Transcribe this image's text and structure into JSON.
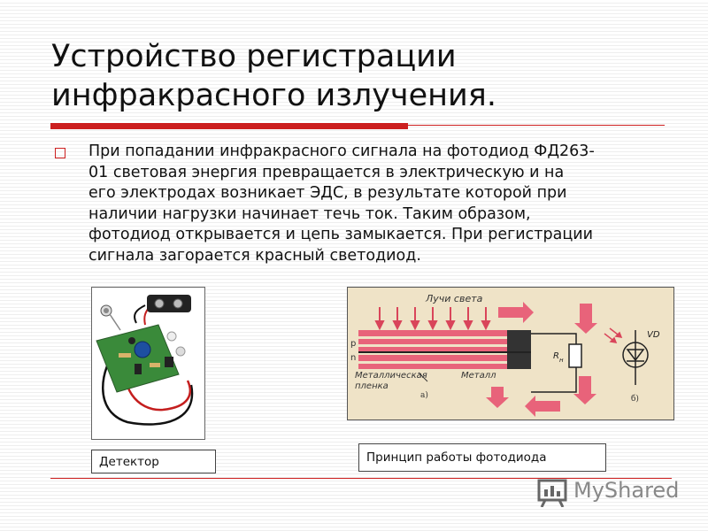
{
  "slide": {
    "title_lines": [
      "Устройство регистрации",
      "инфракрасного излучения."
    ],
    "paragraph_lines": [
      "При попадании инфракрасного сигнала на фотодиод ФД263-",
      "01 световая энергия превращается в электрическую и на",
      "его электродах возникает ЭДС, в результате которой при",
      "наличии нагрузки начинает течь ток. Таким образом,",
      "фотодиод открывается и цепь замыкается. При регистрации",
      "сигнала загорается красный светодиод."
    ],
    "detector_caption": "Детектор",
    "principle_caption": "Принцип работы фотодиода"
  },
  "diagram": {
    "light_rays_label": "Лучи света",
    "p_label": "p",
    "n_label": "n",
    "metal_film_label_1": "Металлическая",
    "metal_film_label_2": "пленка",
    "metal_label": "Металл",
    "part_a_label": "а)",
    "load_label": "R",
    "load_subscript": "н",
    "vd_label": "VD",
    "part_b_label": "б)"
  },
  "logo": {
    "text": "MyShared"
  },
  "colors": {
    "accent": "#cc1f1f",
    "diagram_bg": "#efe3c7",
    "logo_gray": "#888888"
  }
}
